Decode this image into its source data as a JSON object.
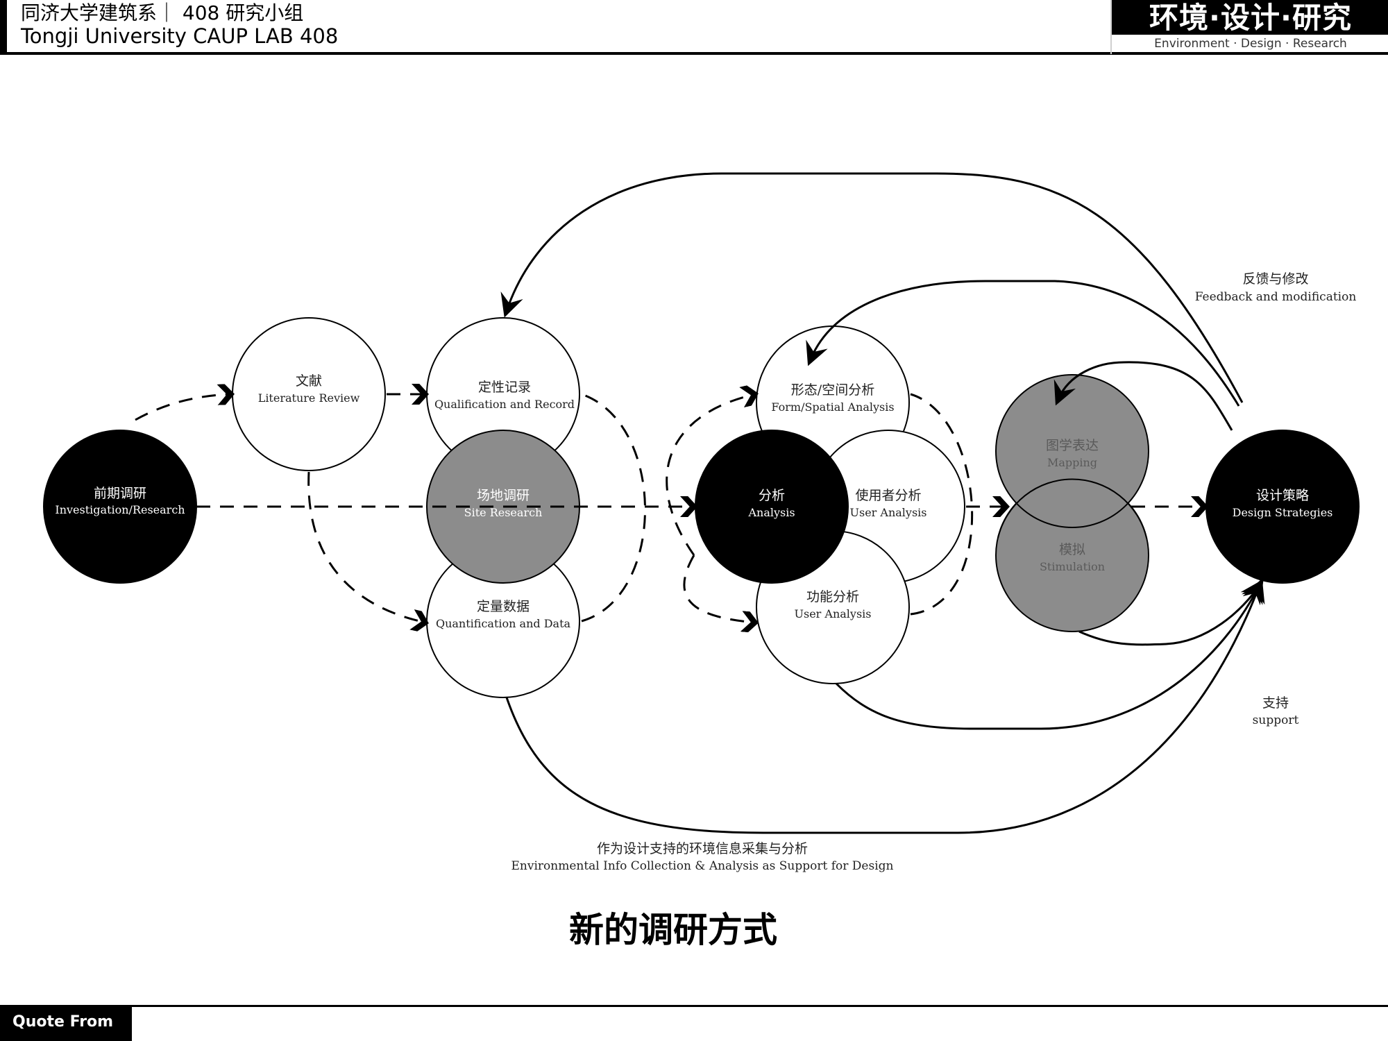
{
  "header": {
    "title_cn": "同济大学建筑系｜ 408 研究小组",
    "title_en": "Tongji University CAUP   LAB 408"
  },
  "brand": {
    "name_cn": "环境·设计·研究",
    "name_en": "Environment · Design · Research"
  },
  "diagram": {
    "nodes": [
      {
        "id": "investigation",
        "cn": "前期调研",
        "en": "Investigation/Research",
        "fill": "#000000"
      },
      {
        "id": "literature",
        "cn": "文献",
        "en": "Literature Review",
        "fill": "#ffffff"
      },
      {
        "id": "qualification",
        "cn": "定性记录",
        "en": "Qualification and Record",
        "fill": "#ffffff"
      },
      {
        "id": "quantification",
        "cn": "定量数据",
        "en": "Quantification and Data",
        "fill": "#ffffff"
      },
      {
        "id": "site",
        "cn": "场地调研",
        "en": "Site Research",
        "fill": "#8c8c8c"
      },
      {
        "id": "form",
        "cn": "形态/空间分析",
        "en": "Form/Spatial Analysis",
        "fill": "#ffffff"
      },
      {
        "id": "user",
        "cn": "使用者分析",
        "en": "User Analysis",
        "fill": "#ffffff"
      },
      {
        "id": "function",
        "cn": "功能分析",
        "en": "User Analysis",
        "fill": "#ffffff"
      },
      {
        "id": "analysis",
        "cn": "分析",
        "en": "Analysis",
        "fill": "#000000"
      },
      {
        "id": "mapping",
        "cn": "图学表达",
        "en": "Mapping",
        "fill": "#8c8c8c"
      },
      {
        "id": "stimulation",
        "cn": "模拟",
        "en": "Stimulation",
        "fill": "#8c8c8c"
      },
      {
        "id": "strategies",
        "cn": "设计策略",
        "en": "Design Strategies",
        "fill": "#000000"
      }
    ],
    "annotations": {
      "feedback": {
        "cn": "反馈与修改",
        "en": "Feedback and modification"
      },
      "support": {
        "cn": "支持",
        "en": "support"
      },
      "bottom": {
        "cn": "作为设计支持的环境信息采集与分析",
        "en": "Environmental Info Collection & Analysis as Support for Design"
      }
    }
  },
  "page_title": "新的调研方式",
  "footer": {
    "label": "Quote From"
  }
}
